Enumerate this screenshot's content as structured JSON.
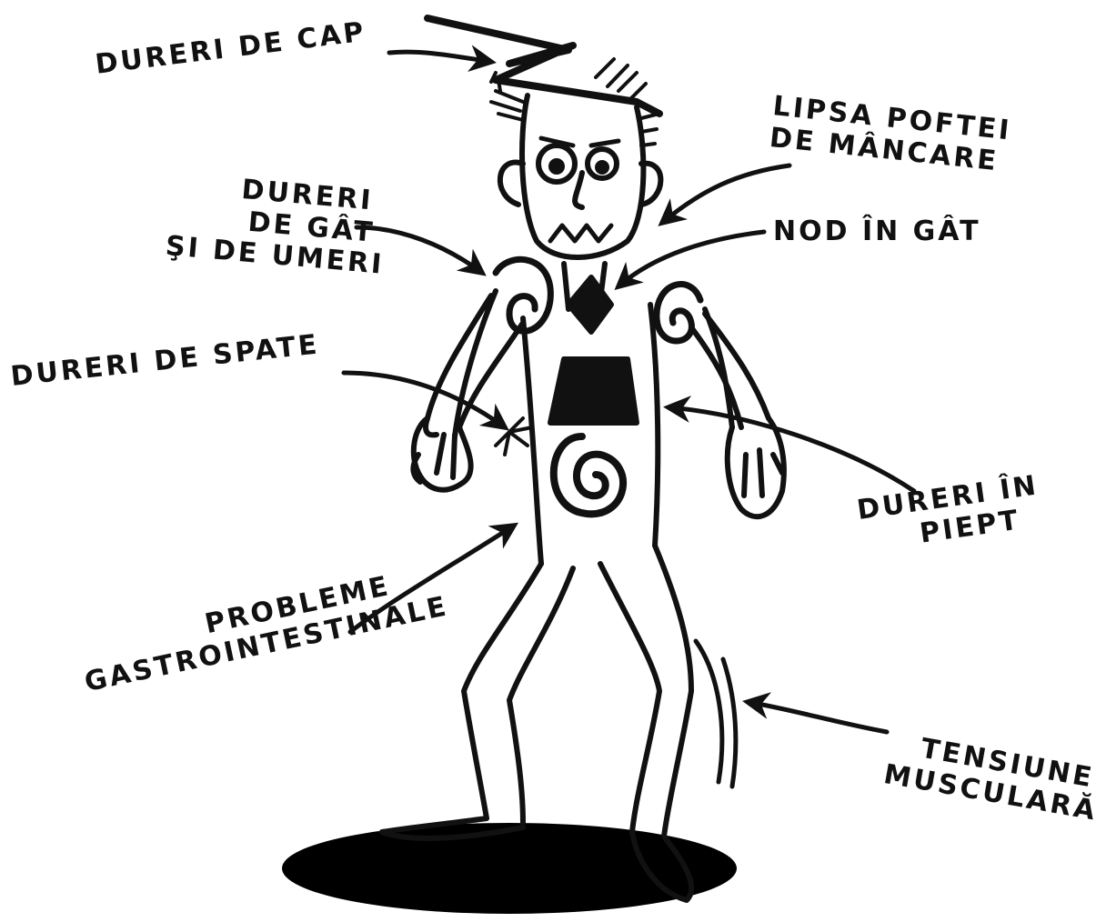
{
  "colors": {
    "ink": "#111111",
    "background": "#ffffff",
    "shadow": "#000000"
  },
  "figure": {
    "name": "stressed-man-figure"
  },
  "labels": {
    "head_pain": "Dureri de cap",
    "appetite_line1": "Lipsa poftei",
    "appetite_line2": "de mâncare",
    "neck_line1": "Dureri",
    "neck_line2": "de gât",
    "neck_line3": "şi de umeri",
    "throat_knot": "Nod în gât",
    "back_pain": "Dureri de spate",
    "chest_line1": "Dureri în",
    "chest_line2": "piept",
    "gastro_line1": "Probleme",
    "gastro_line2": "gastrointestinale",
    "muscle_line1": "Tensiune",
    "muscle_line2": "musculară"
  }
}
